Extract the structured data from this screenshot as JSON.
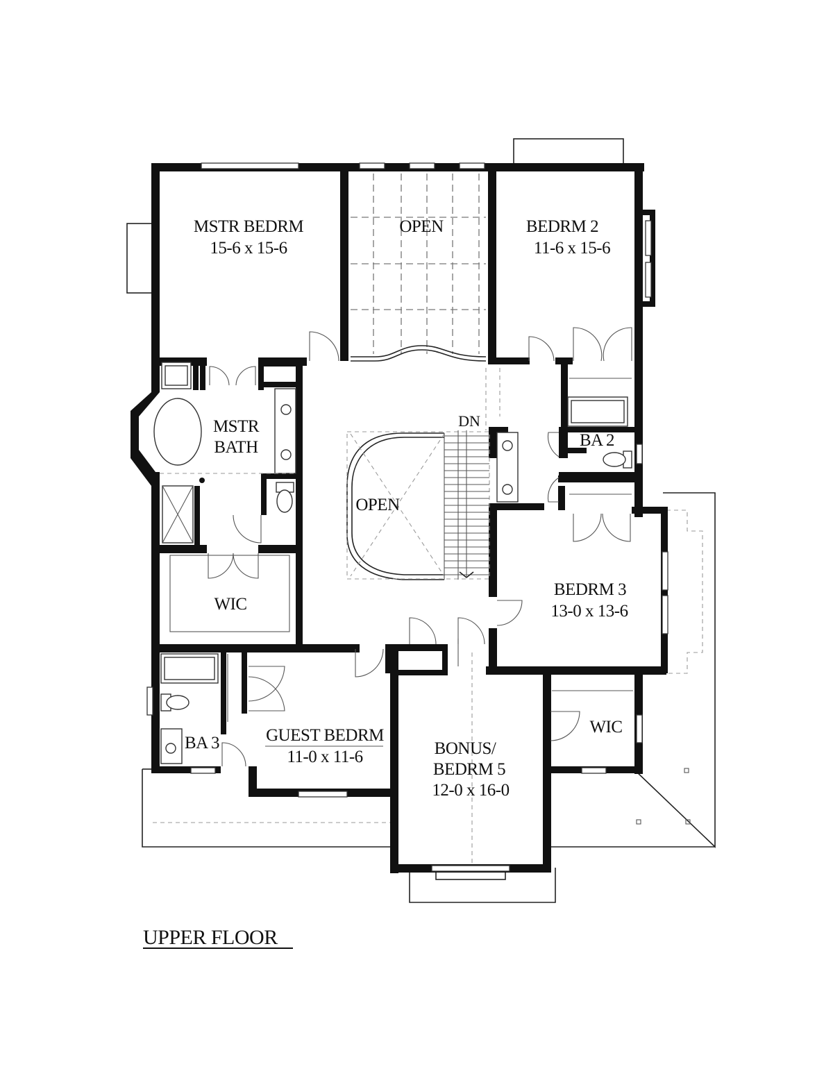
{
  "plan": {
    "title": "UPPER FLOOR",
    "stair_label": "DN",
    "rooms": {
      "master_bedroom": {
        "name": "MSTR BEDRM",
        "size": "15-6 x 15-6"
      },
      "open_upper": {
        "name": "OPEN"
      },
      "bedroom_2": {
        "name": "BEDRM 2",
        "size": "11-6 x 15-6"
      },
      "master_bath": {
        "line1": "MSTR",
        "line2": "BATH"
      },
      "bath_2": {
        "name": "BA 2"
      },
      "open_center": {
        "name": "OPEN"
      },
      "bedroom_3": {
        "name": "BEDRM 3",
        "size": "13-0 x 13-6"
      },
      "wic_master": {
        "name": "WIC"
      },
      "wic_bonus": {
        "name": "WIC"
      },
      "bath_3": {
        "name": "BA 3"
      },
      "guest_bedroom": {
        "name": "GUEST BEDRM",
        "size": "11-0 x 11-6"
      },
      "bonus_bedroom": {
        "line1": "BONUS/",
        "line2": "BEDRM 5",
        "size": "12-0 x 16-0"
      }
    }
  }
}
